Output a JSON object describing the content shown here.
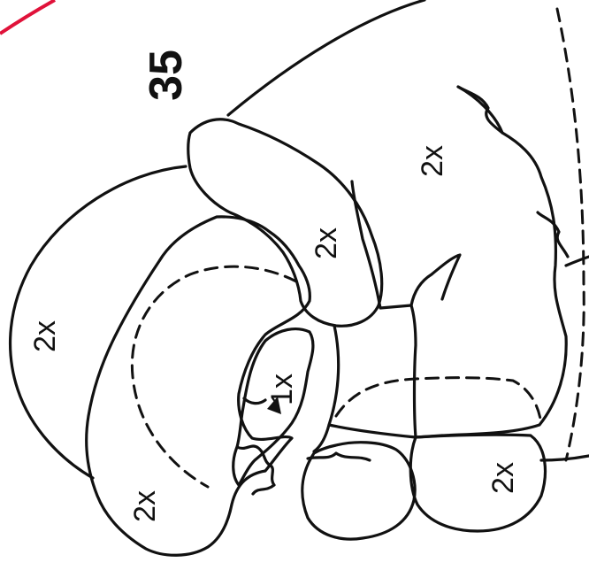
{
  "page_number": "35",
  "labels": {
    "left_large": "2x",
    "left_lower": "2x",
    "center_small": "1x",
    "middle": "2x",
    "top_right": "2x",
    "bottom_right": "2x"
  },
  "colors": {
    "ink": "#111111",
    "accent": "#e0123a",
    "paper": "#ffffff"
  }
}
